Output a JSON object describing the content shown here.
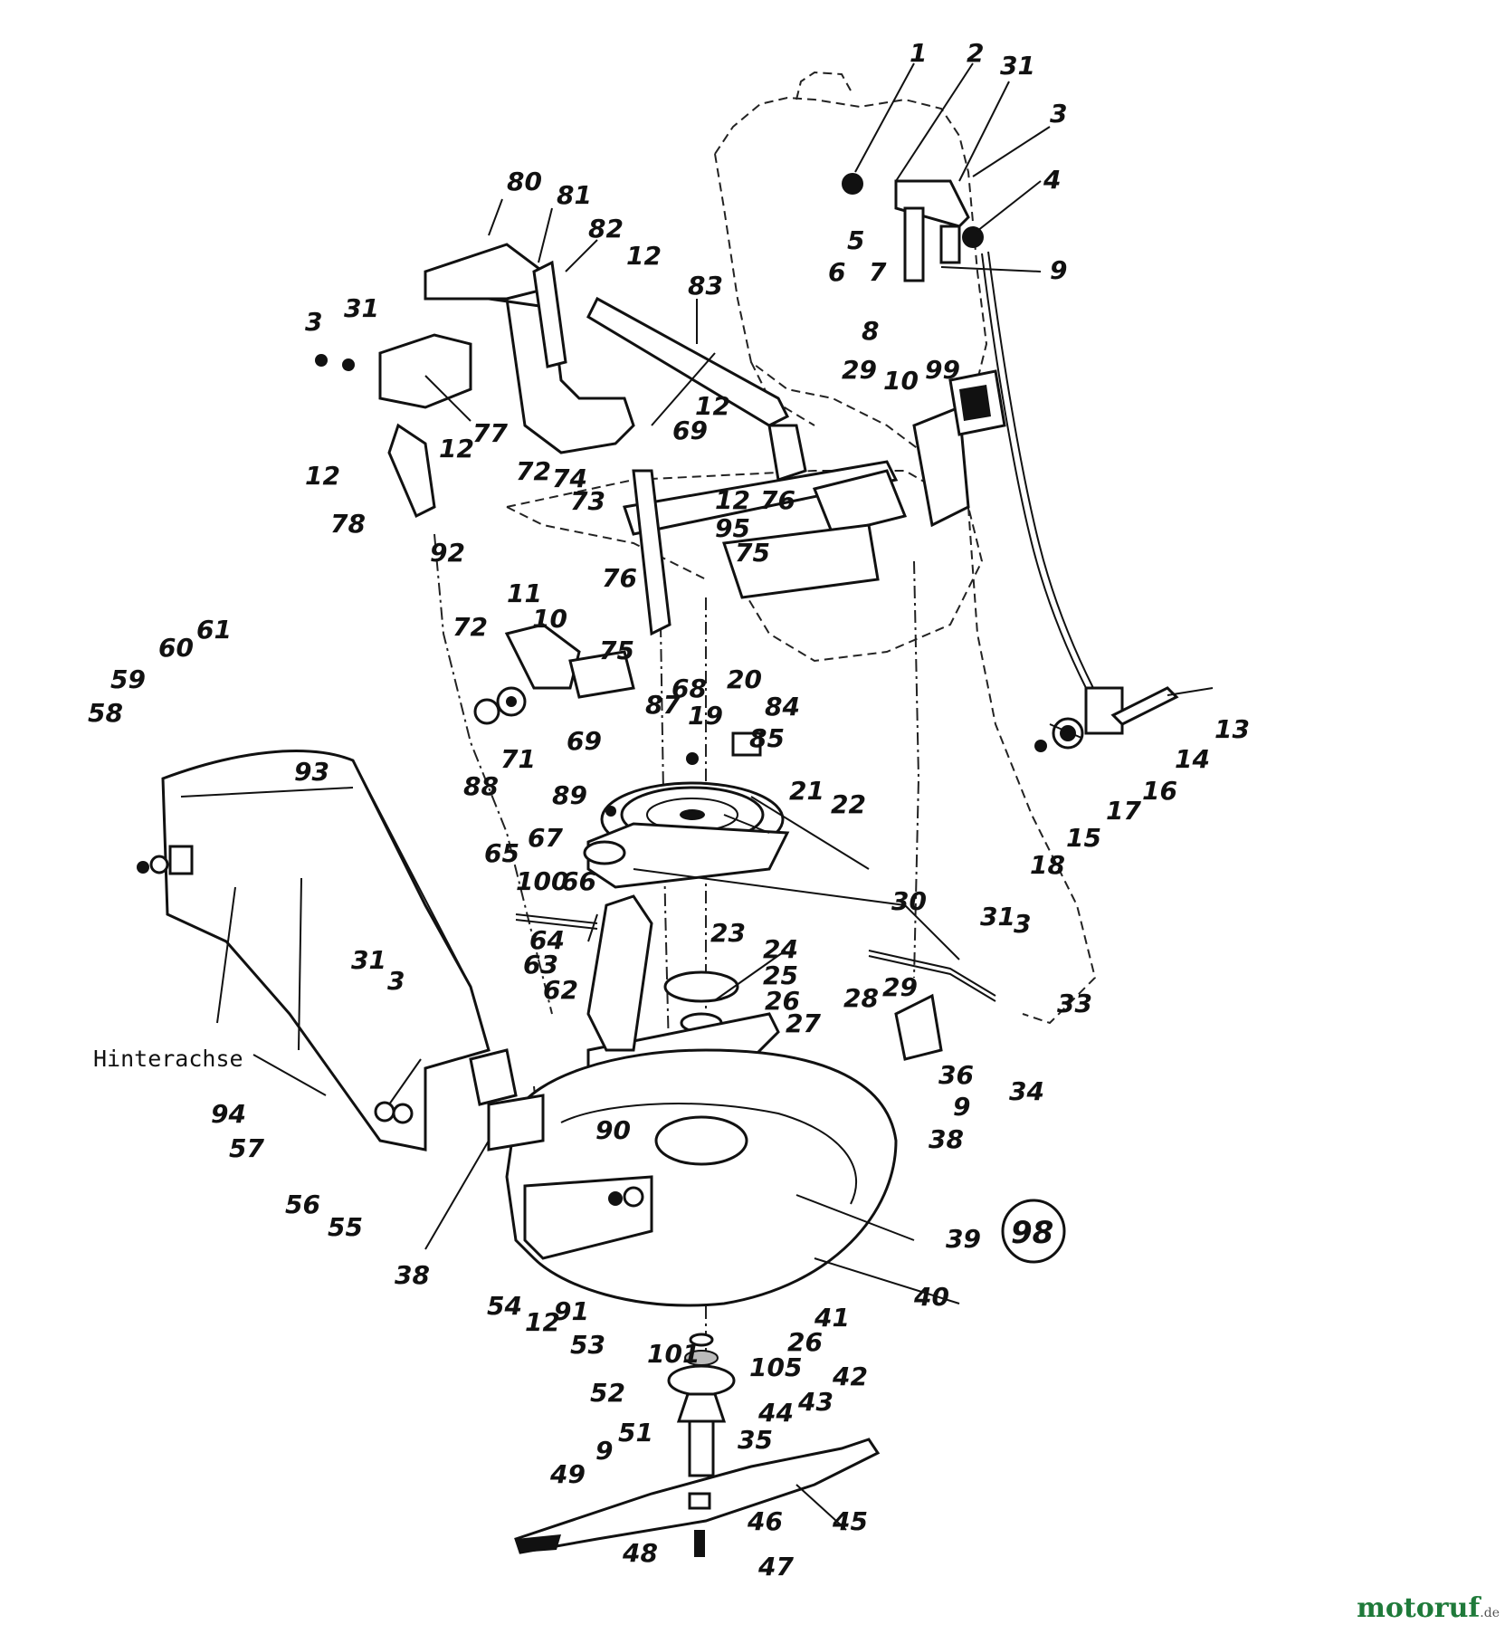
{
  "diagram": {
    "axle_label": "Hinterachse",
    "group_number": "98",
    "part_numbers": [
      "1",
      "2",
      "31",
      "3",
      "4",
      "5",
      "6",
      "7",
      "9",
      "8",
      "80",
      "81",
      "82",
      "12",
      "83",
      "3",
      "31",
      "77",
      "12",
      "12",
      "78",
      "92",
      "29",
      "10",
      "99",
      "12",
      "69",
      "72",
      "74",
      "73",
      "12",
      "76",
      "95",
      "75",
      "11",
      "10",
      "72",
      "76",
      "75",
      "69",
      "68",
      "87",
      "71",
      "88",
      "20",
      "19",
      "84",
      "85",
      "89",
      "21",
      "22",
      "67",
      "65",
      "100",
      "66",
      "64",
      "63",
      "62",
      "23",
      "24",
      "25",
      "26",
      "27",
      "30",
      "31",
      "3",
      "33",
      "29",
      "28",
      "36",
      "9",
      "38",
      "34",
      "58",
      "59",
      "60",
      "61",
      "93",
      "31",
      "3",
      "94",
      "57",
      "56",
      "55",
      "38",
      "90",
      "39",
      "54",
      "12",
      "91",
      "53",
      "40",
      "41",
      "26",
      "101",
      "105",
      "52",
      "42",
      "43",
      "44",
      "51",
      "35",
      "9",
      "49",
      "45",
      "46",
      "48",
      "47",
      "13",
      "14",
      "16",
      "17",
      "15",
      "18"
    ]
  },
  "watermark": {
    "brand": "motoruf",
    "suffix": ".de"
  }
}
